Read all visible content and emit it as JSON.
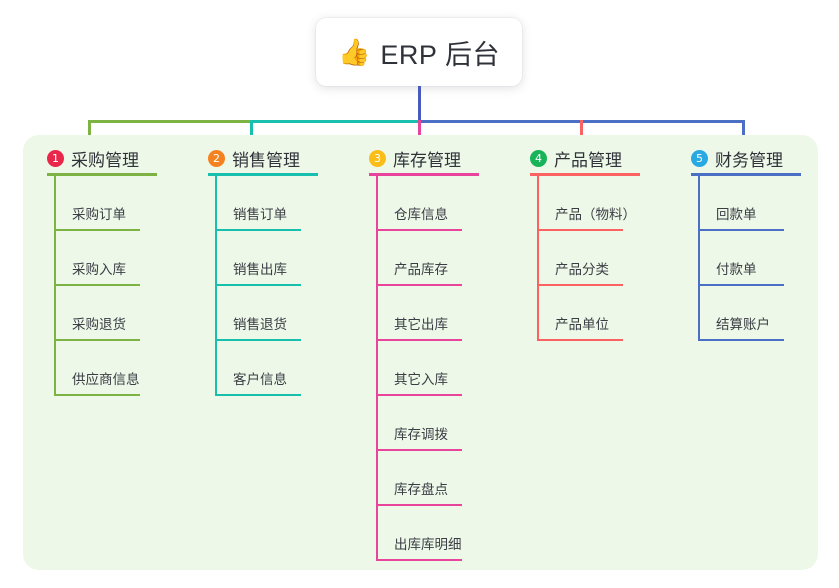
{
  "title": {
    "emoji": "👍",
    "emoji_name": "thumbs-up-icon",
    "text": "ERP 后台"
  },
  "palette": {
    "panel_bg": "#eef8e9",
    "trunk": "#4a5bbf",
    "card_bg": "#ffffff",
    "text": "#2f3238"
  },
  "columns": [
    {
      "index": "1",
      "label": "采购管理",
      "badge_color": "#e8274b",
      "line_color": "#7cb342",
      "items": [
        {
          "label": "采购订单"
        },
        {
          "label": "采购入库"
        },
        {
          "label": "采购退货"
        },
        {
          "label": "供应商信息"
        }
      ]
    },
    {
      "index": "2",
      "label": "销售管理",
      "badge_color": "#f58220",
      "line_color": "#18bfad",
      "items": [
        {
          "label": "销售订单"
        },
        {
          "label": "销售出库"
        },
        {
          "label": "销售退货"
        },
        {
          "label": "客户信息"
        }
      ]
    },
    {
      "index": "3",
      "label": "库存管理",
      "badge_color": "#fbbd18",
      "line_color": "#e8449b",
      "items": [
        {
          "label": "仓库信息"
        },
        {
          "label": "产品库存"
        },
        {
          "label": "其它出库"
        },
        {
          "label": "其它入库"
        },
        {
          "label": "库存调拨"
        },
        {
          "label": "库存盘点"
        },
        {
          "label": "出库库明细"
        }
      ]
    },
    {
      "index": "4",
      "label": "产品管理",
      "badge_color": "#19b359",
      "line_color": "#fc6262",
      "items": [
        {
          "label": "产品（物料）"
        },
        {
          "label": "产品分类"
        },
        {
          "label": "产品单位"
        }
      ]
    },
    {
      "index": "5",
      "label": "财务管理",
      "badge_color": "#29a9e1",
      "line_color": "#4a6fc4",
      "items": [
        {
          "label": "回款单"
        },
        {
          "label": "付款单"
        },
        {
          "label": "结算账户"
        }
      ]
    }
  ]
}
